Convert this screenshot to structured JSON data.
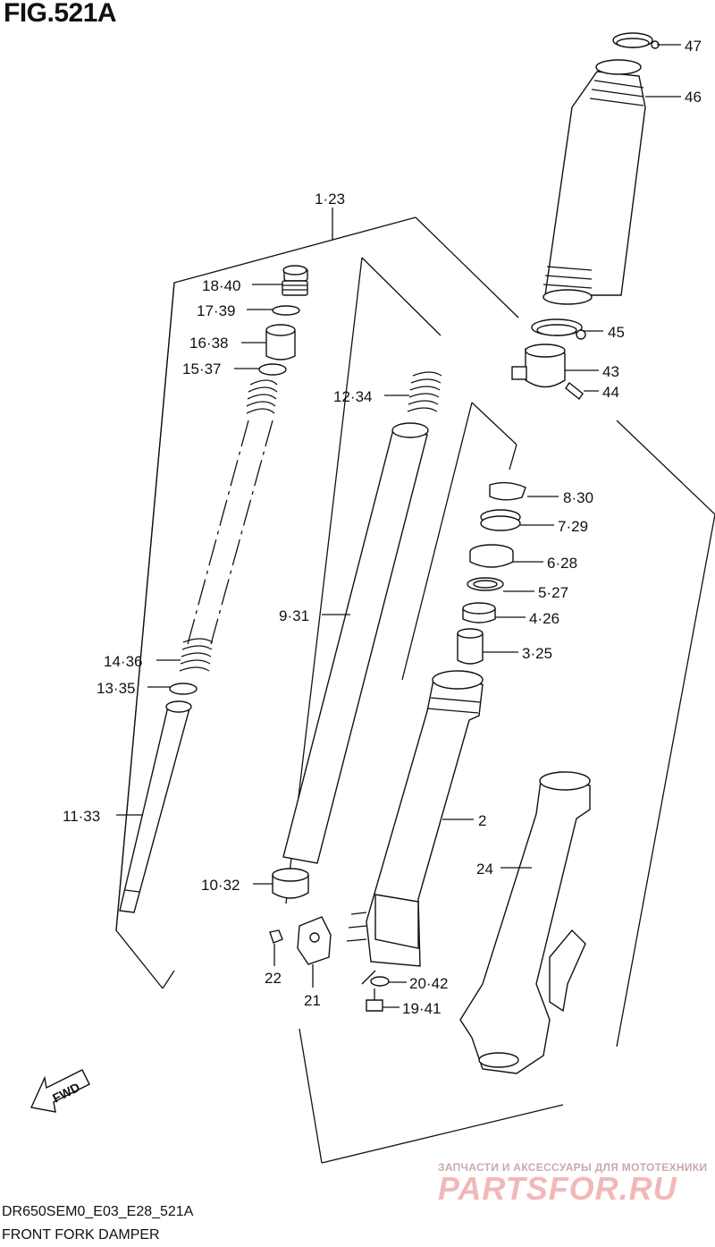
{
  "figure": {
    "title": "FIG.521A",
    "code": "DR650SEM0_E03_E28_521A",
    "subtitle": "FRONT FORK DAMPER"
  },
  "fwd_label": "FWD",
  "watermark": {
    "line1": "ЗАПЧАСТИ И АКСЕССУАРЫ ДЛЯ МОТОТЕХНИКИ",
    "logo": "PARTSFOR.RU"
  },
  "callouts": {
    "p47": "47",
    "p46": "46",
    "p1_23": "1·23",
    "p18_40": "18·40",
    "p17_39": "17·39",
    "p16_38": "16·38",
    "p15_37": "15·37",
    "p12_34": "12·34",
    "p45": "45",
    "p43": "43",
    "p44": "44",
    "p8_30": "8·30",
    "p7_29": "7·29",
    "p6_28": "6·28",
    "p5_27": "5·27",
    "p4_26": "4·26",
    "p3_25": "3·25",
    "p9_31": "9·31",
    "p14_36": "14·36",
    "p13_35": "13·35",
    "p11_33": "11·33",
    "p2": "2",
    "p24": "24",
    "p10_32": "10·32",
    "p22": "22",
    "p21": "21",
    "p20_42": "20·42",
    "p19_41": "19·41"
  },
  "colors": {
    "line": "#111111",
    "watermark_text": "#c9aaaa",
    "watermark_logo": "#f2b8b8"
  }
}
